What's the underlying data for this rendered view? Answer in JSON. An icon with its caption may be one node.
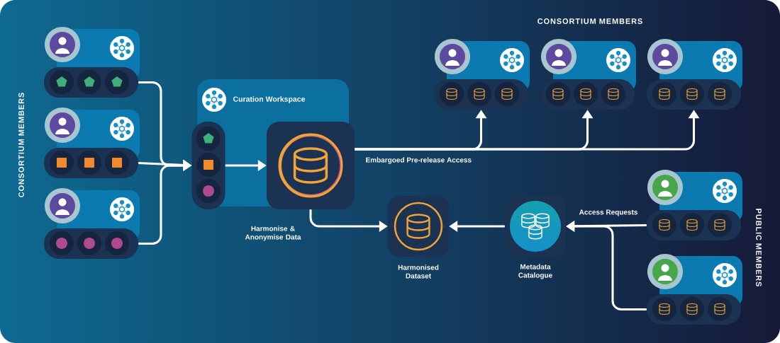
{
  "diagram": {
    "nodes": [
      {
        "text": [],
        "shape": "box"
      },
      {
        "text": [],
        "shape": "box"
      },
      {
        "text": [],
        "shape": "box"
      },
      {
        "text": [
          "Curation Workspace"
        ],
        "beside": [
          "Harmonise & Anonymise Data"
        ]
      },
      {
        "text": [],
        "shape": "box",
        "in": 3
      },
      {
        "text": [],
        "shape": "picture",
        "in": 3
      },
      {
        "text": [],
        "shape": "box"
      },
      {
        "text": [],
        "shape": "box"
      },
      {
        "text": [],
        "shape": "box"
      },
      {
        "text": [
          "Harmonised Dataset"
        ]
      },
      {
        "text": [
          "Metadata Catalogue"
        ]
      },
      {
        "text": [],
        "shape": "box"
      },
      {
        "text": [],
        "shape": "box"
      }
    ],
    "edges": [
      {
        "from": 0,
        "to": 4,
        "arrow": "to"
      },
      {
        "from": 1,
        "to": 4,
        "arrow": "to"
      },
      {
        "from": 2,
        "to": 4,
        "arrow": "to"
      },
      {
        "from": 4,
        "to": 5,
        "arrow": "to"
      },
      {
        "from": 5,
        "to": 6,
        "arrow": "to",
        "label": "Embargoed Pre-release Access"
      },
      {
        "from": 5,
        "to": 7,
        "arrow": "to"
      },
      {
        "from": 5,
        "to": 8,
        "arrow": "to"
      },
      {
        "from": 5,
        "to": 9,
        "arrow": "to"
      },
      {
        "from": 10,
        "to": 9,
        "arrow": "to"
      },
      {
        "from": 11,
        "to": 10,
        "arrow": "to",
        "label": "Access Requests"
      },
      {
        "from": 12,
        "to": 10,
        "arrow": "to"
      }
    ],
    "labels": [
      "CONSORTIUM MEMBERS",
      "CONSORTIUM MEMBERS",
      "PUBLIC MEMBERS"
    ]
  }
}
